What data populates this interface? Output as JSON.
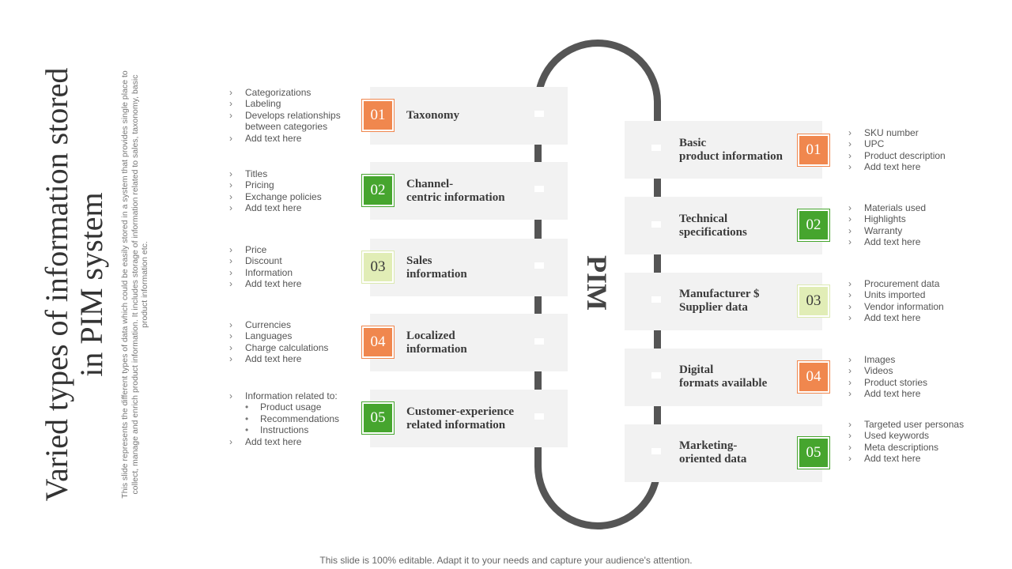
{
  "title": "Varied types of information stored in PIM system",
  "description": "This slide represents the different types of data which could be easily stored in a system that provides single place to collect, manage and enrich product information. It includes storage of information related to sales, taxonomy, basic product information etc.",
  "center_label": "PIM",
  "footer": "This slide is 100% editable. Adapt it to your needs and capture your audience's attention.",
  "left": [
    {
      "num": "01",
      "label": "Taxonomy",
      "color": "orange",
      "bullets": [
        "Categorizations",
        "Labeling",
        "Develops relationships between categories",
        "Add text here"
      ]
    },
    {
      "num": "02",
      "label": "Channel-\ncentric information",
      "color": "green",
      "bullets": [
        "Titles",
        "Pricing",
        "Exchange policies",
        "Add text here"
      ]
    },
    {
      "num": "03",
      "label": "Sales\ninformation",
      "color": "light",
      "bullets": [
        "Price",
        "Discount",
        "Information",
        "Add text here"
      ]
    },
    {
      "num": "04",
      "label": "Localized\ninformation",
      "color": "orange",
      "bullets": [
        "Currencies",
        "Languages",
        "Charge calculations",
        "Add text here"
      ]
    },
    {
      "num": "05",
      "label": "Customer-experience\nrelated information",
      "color": "green",
      "bullets": [
        "Information related to:",
        "Product usage",
        "Recommendations",
        "Instructions",
        "Add text here"
      ]
    }
  ],
  "right": [
    {
      "num": "01",
      "label": "Basic\nproduct information",
      "color": "orange",
      "bullets": [
        "SKU number",
        "UPC",
        "Product description",
        "Add text here"
      ]
    },
    {
      "num": "02",
      "label": "Technical\n specifications",
      "color": "green",
      "bullets": [
        "Materials used",
        "Highlights",
        "Warranty",
        "Add text here"
      ]
    },
    {
      "num": "03",
      "label": "Manufacturer $\nSupplier data",
      "color": "light",
      "bullets": [
        "Procurement data",
        "Units imported",
        "Vendor information",
        "Add text here"
      ]
    },
    {
      "num": "04",
      "label": "Digital\nformats available",
      "color": "orange",
      "bullets": [
        "Images",
        "Videos",
        "Product stories",
        "Add text here"
      ]
    },
    {
      "num": "05",
      "label": "Marketing-\noriented data",
      "color": "green",
      "bullets": [
        "Targeted user personas",
        "Used keywords",
        "Meta descriptions",
        "Add text here"
      ]
    }
  ]
}
